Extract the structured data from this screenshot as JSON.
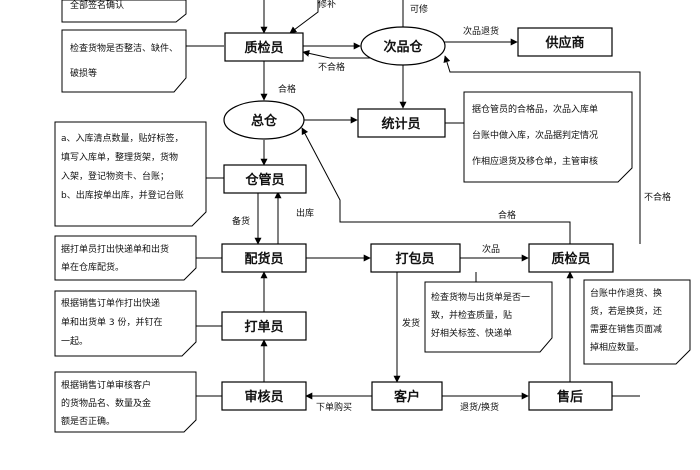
{
  "nodes": {
    "qc_top": "质检员",
    "defective_store": "次品仓",
    "supplier": "供应商",
    "main_store": "总仓",
    "statistician": "统计员",
    "store_keeper": "仓管员",
    "dispatcher": "配货员",
    "packer": "打包员",
    "qc_right": "质检员",
    "order_printer": "打单员",
    "auditor": "审核员",
    "customer": "客户",
    "after_sales": "售后"
  },
  "edge_labels": {
    "repair": "修补",
    "good": "可修",
    "defective_return": "次品退货",
    "unqualified": "不合格",
    "qualified_top": "合格",
    "qualified_mid": "合格",
    "unqualified_right": "不合格",
    "stock_prep": "备货",
    "outbound": "出库",
    "defective_mid": "次品",
    "ship": "发货",
    "place_order": "下单购买",
    "return_exchange": "退货/换货"
  },
  "notes": {
    "top_cut": "全部签名确认",
    "qc_note": [
      "检查货物是否整洁、缺件、",
      "破损等"
    ],
    "store_note": [
      "a、入库清点数量，贴好标签，",
      "填写入库单，整理货架，货物",
      "入架，登记物资卡、台账；",
      "b、出库按单出库，并登记台账"
    ],
    "stat_note": [
      "据仓管员的合格品，次品入库单",
      "台账中做入库，次品据判定情况",
      "作相应退货及移仓单，主管审核"
    ],
    "dispatch_note": [
      "据打单员打出快递单和出货",
      "单在仓库配货。"
    ],
    "print_note": [
      "根据销售订单作打出快递",
      "单和出货单 3 份，并钉在",
      "一起。"
    ],
    "audit_note": [
      "根据销售订单审核客户",
      "的货物品名、数量及金",
      "额是否正确。"
    ],
    "pack_note": [
      "检查货物与出货单是否一",
      "致，并检查质量，贴",
      "好相关标签、快递单"
    ],
    "after_note": [
      "台账中作退货、换",
      "货，若是换货，还",
      "需要在销售页面减",
      "掉相应数量。"
    ]
  },
  "colors": {
    "line": "#000000",
    "node_fill": "#ffffff",
    "note_fill": "#ffffff"
  }
}
